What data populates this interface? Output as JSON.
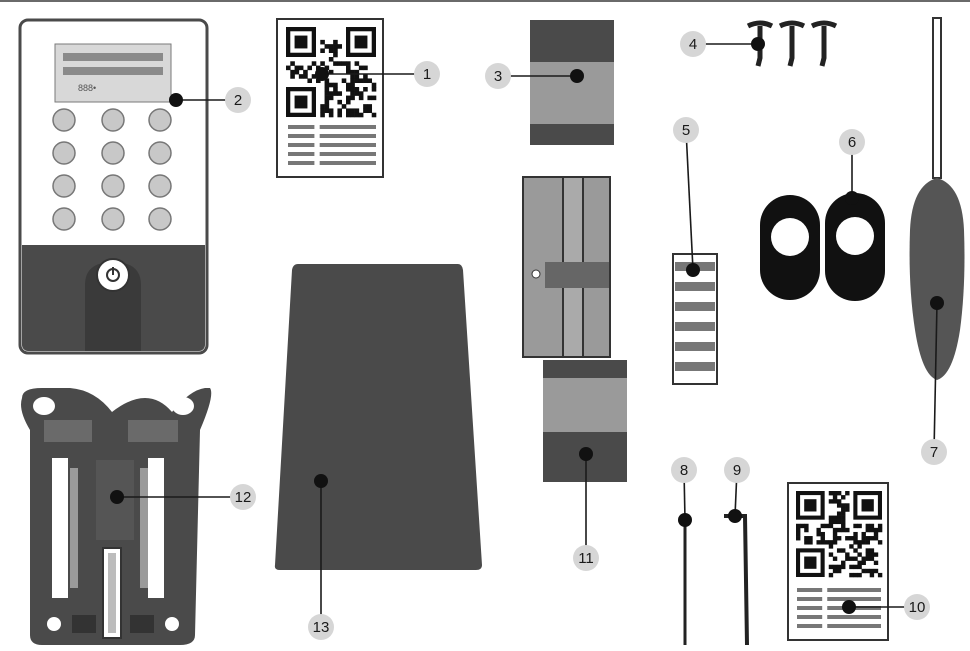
{
  "colors": {
    "dark": "#4a4a4a",
    "mid": "#8a8a8a",
    "light": "#c8c8c8",
    "callout_bubble": "#d6d6d6",
    "black": "#111111",
    "line": "#1a1a1a"
  },
  "icons": {
    "qr": "qr-code-icon",
    "screw": "screw-icon",
    "screwdriver": "screwdriver-icon",
    "keypad": "keypad-icon",
    "hex_key": "hex-key-icon"
  },
  "keypad": {
    "display_text": "888•"
  },
  "callouts": [
    {
      "id": "1",
      "label": "1"
    },
    {
      "id": "2",
      "label": "2"
    },
    {
      "id": "3",
      "label": "3"
    },
    {
      "id": "4",
      "label": "4"
    },
    {
      "id": "5",
      "label": "5"
    },
    {
      "id": "6",
      "label": "6"
    },
    {
      "id": "7",
      "label": "7"
    },
    {
      "id": "8",
      "label": "8"
    },
    {
      "id": "9",
      "label": "9"
    },
    {
      "id": "10",
      "label": "10"
    },
    {
      "id": "11",
      "label": "11"
    },
    {
      "id": "12",
      "label": "12"
    },
    {
      "id": "13",
      "label": "13"
    }
  ]
}
